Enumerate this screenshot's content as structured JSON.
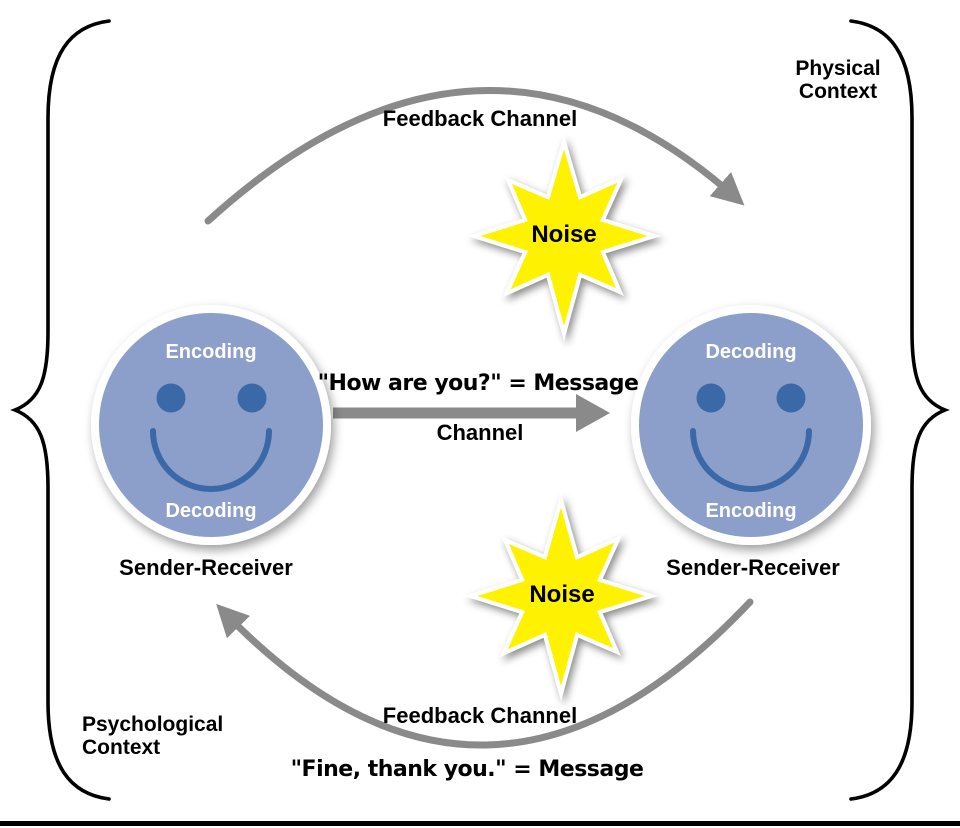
{
  "labels": {
    "feedback_channel_top": "Feedback Channel",
    "feedback_channel_bottom": "Feedback Channel",
    "noise_top": "Noise",
    "noise_bottom": "Noise",
    "message_forward": "\"How are you?\" = Message",
    "channel": "Channel",
    "message_feedback": "\"Fine, thank you.\" = Message",
    "physical_context_line1": "Physical",
    "physical_context_line2": "Context",
    "psychological_context_line1": "Psychological",
    "psychological_context_line2": "Context"
  },
  "left_person": {
    "top_process": "Encoding",
    "bottom_process": "Decoding",
    "caption": "Sender-Receiver"
  },
  "right_person": {
    "top_process": "Decoding",
    "bottom_process": "Encoding",
    "caption": "Sender-Receiver"
  },
  "colors": {
    "face_fill": "#8C9FCB",
    "face_features": "#3B67A7",
    "face_ring": "#FFFFFF",
    "star_fill": "#FFF200",
    "connector_gray": "#8A8A8A",
    "text": "#000000",
    "face_label_text": "#FFFFFF"
  }
}
